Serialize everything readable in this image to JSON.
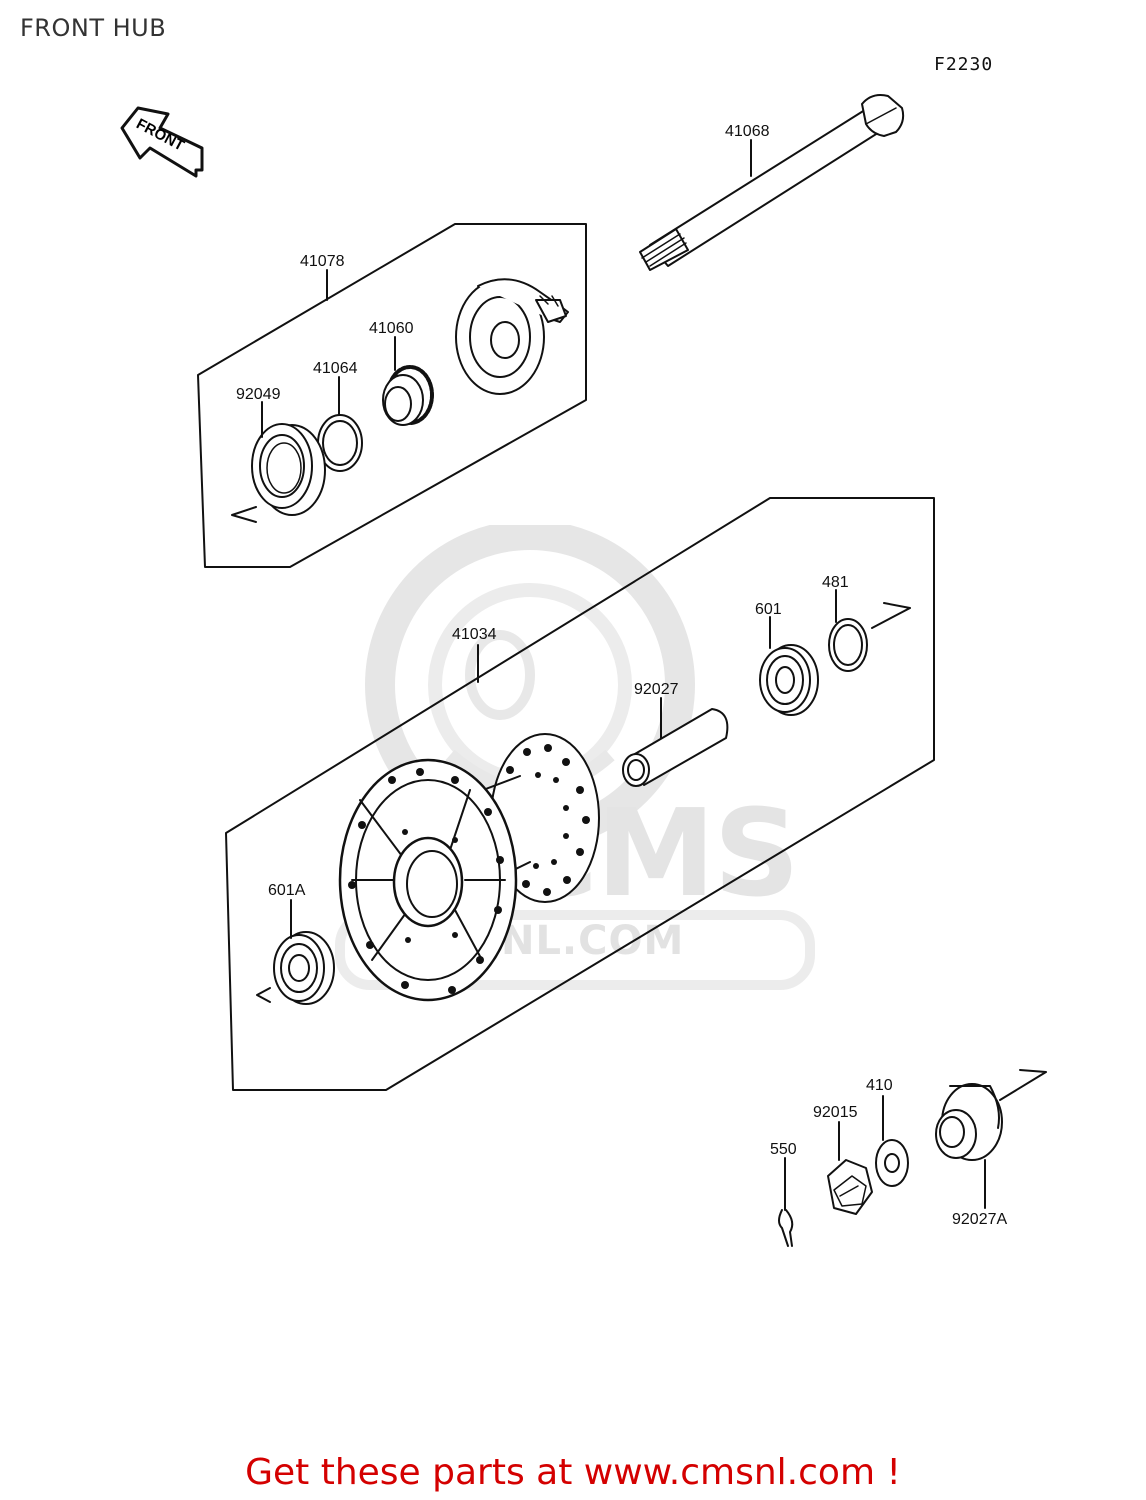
{
  "title": "FRONT HUB",
  "figure_code": "F2230",
  "front_marker": "FRONT",
  "watermark": {
    "big": "CMS",
    "site": "CMSNL.COM"
  },
  "parts": {
    "p41068": "41068",
    "p41078": "41078",
    "p41060": "41060",
    "p41064": "41064",
    "p92049": "92049",
    "p481": "481",
    "p601": "601",
    "p41034": "41034",
    "p92027": "92027",
    "p601A": "601A",
    "p410": "410",
    "p92015": "92015",
    "p550": "550",
    "p92027A": "92027A"
  },
  "footer": "Get these parts at www.cmsnl.com !"
}
